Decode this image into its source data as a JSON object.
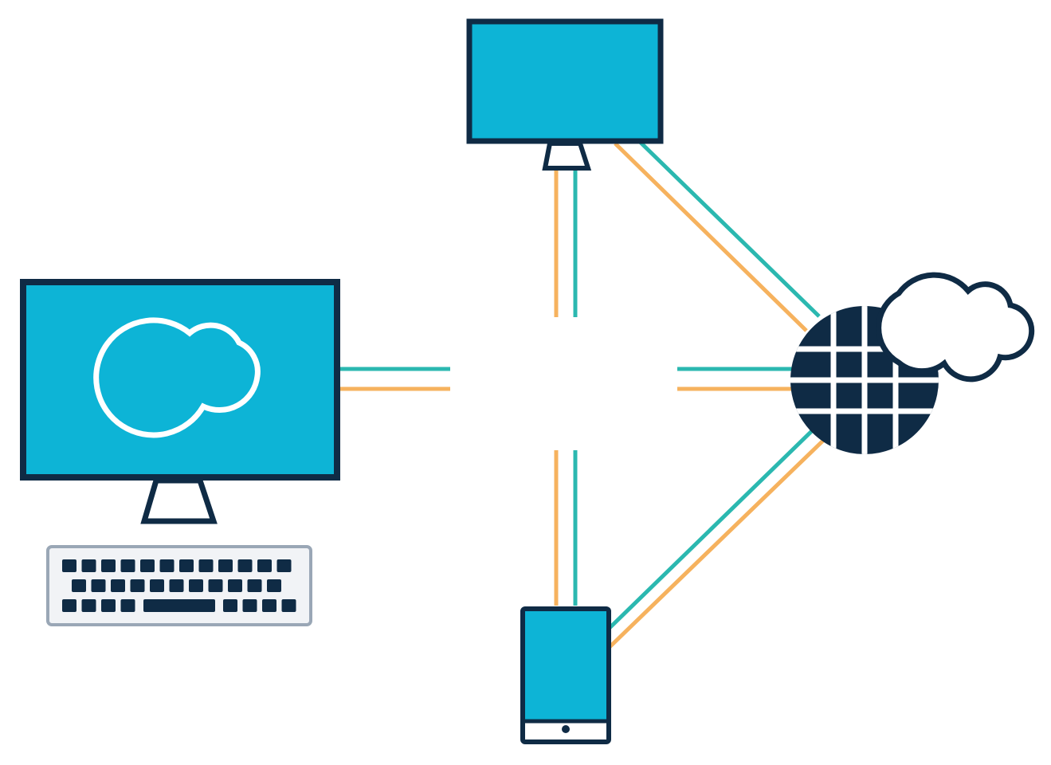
{
  "colors": {
    "background": "#ffffff",
    "screen": "#0db4d6",
    "outline": "#0f2b45",
    "link_teal": "#2bb8b0",
    "link_orange": "#f6b25e",
    "cloud_stroke": "#ffffff",
    "keyboard_body": "#f1f3f6",
    "keyboard_border": "#9aa7b6"
  },
  "devices": [
    {
      "id": "desktop",
      "icon": "desktop-computer-icon"
    },
    {
      "id": "monitor",
      "icon": "monitor-icon"
    },
    {
      "id": "tablet",
      "icon": "tablet-icon"
    },
    {
      "id": "network",
      "icon": "globe-grid-icon"
    },
    {
      "id": "cloud",
      "icon": "cloud-icon"
    },
    {
      "id": "keyboard",
      "icon": "keyboard-icon"
    }
  ],
  "connections": [
    {
      "from": "desktop",
      "to": "hub"
    },
    {
      "from": "monitor",
      "to": "hub"
    },
    {
      "from": "tablet",
      "to": "hub"
    },
    {
      "from": "hub",
      "to": "network"
    },
    {
      "from": "monitor",
      "to": "network"
    },
    {
      "from": "tablet",
      "to": "network"
    }
  ]
}
